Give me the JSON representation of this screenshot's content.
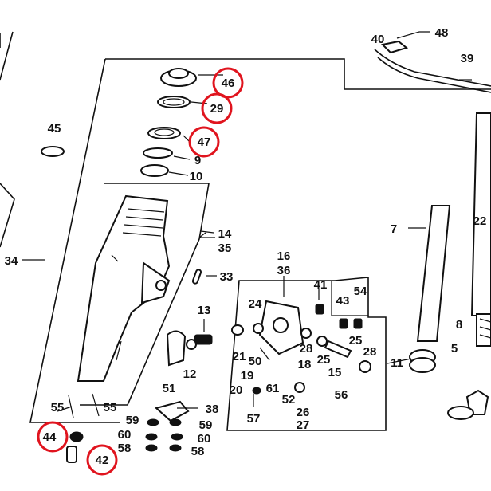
{
  "colors": {
    "highlight": "#e0141e",
    "ink": "#111111",
    "background": "#ffffff"
  },
  "labels": {
    "l46": "46",
    "l29": "29",
    "l47": "47",
    "l9": "9",
    "l10": "10",
    "l45": "45",
    "l34": "34",
    "l14": "14",
    "l35": "35",
    "l33": "33",
    "l13": "13",
    "l12": "12",
    "l51": "51",
    "l38": "38",
    "l55a": "55",
    "l55b": "55",
    "l59a": "59",
    "l59b": "59",
    "l60a": "60",
    "l60b": "60",
    "l58a": "58",
    "l58b": "58",
    "l44": "44",
    "l42": "42",
    "l16": "16",
    "l36": "36",
    "l24": "24",
    "l41": "41",
    "l43": "43",
    "l54": "54",
    "l21": "21",
    "l50": "50",
    "l28a": "28",
    "l25a": "25",
    "l18": "18",
    "l25b": "25",
    "l28b": "28",
    "l15": "15",
    "l19": "19",
    "l61": "61",
    "l20": "20",
    "l52": "52",
    "l56": "56",
    "l57": "57",
    "l26": "26",
    "l27": "27",
    "l40": "40",
    "l48": "48",
    "l39": "39",
    "l7": "7",
    "l22": "22",
    "l8": "8",
    "l5": "5",
    "l11": "11"
  }
}
